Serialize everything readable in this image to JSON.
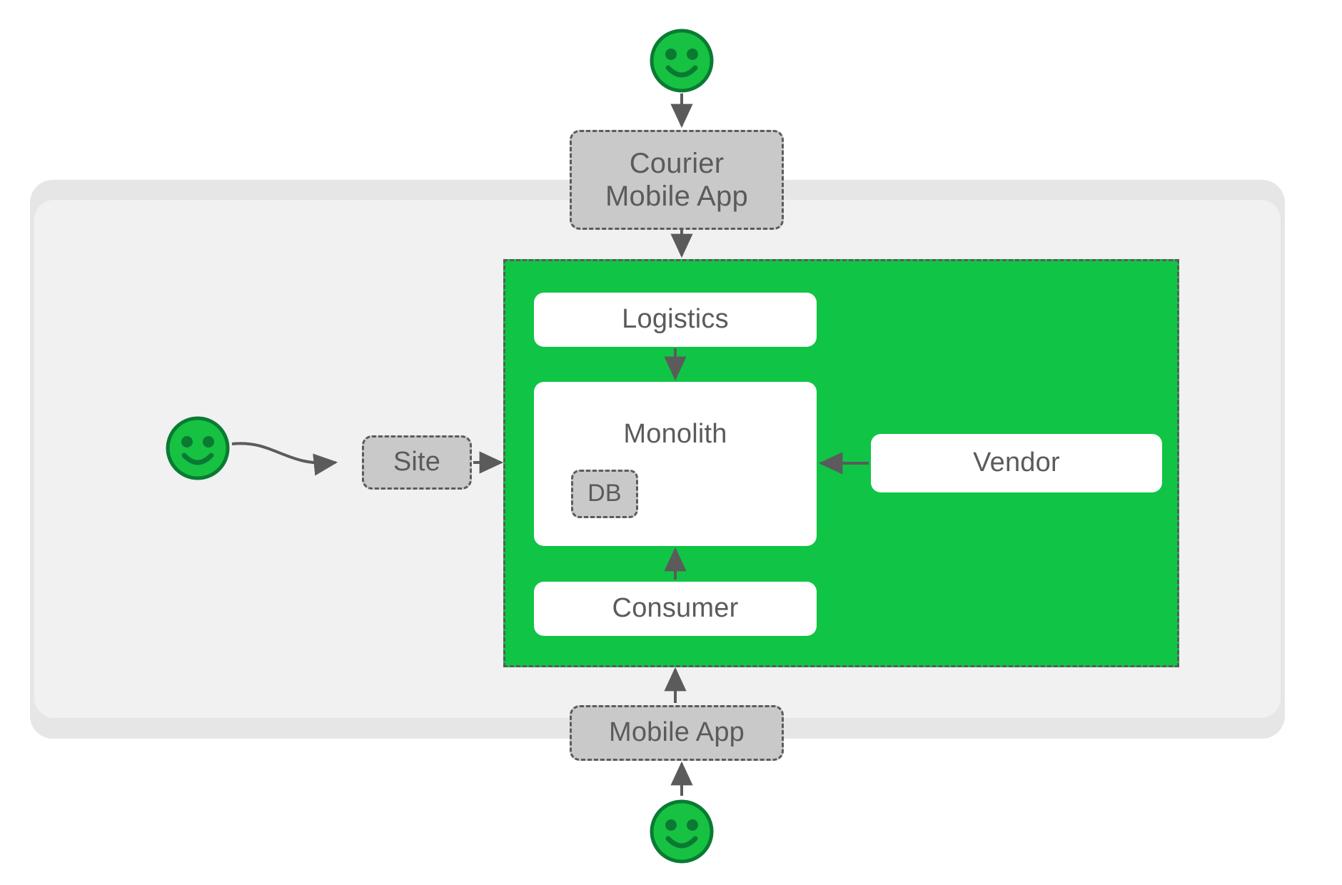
{
  "diagram": {
    "title": "Monolith delivery platform architecture",
    "colors": {
      "system_green": "#10c445",
      "actor_fill": "#17c242",
      "actor_stroke": "#0a7a33",
      "external_box_fill": "#c9c9c9",
      "internal_box_fill": "#ffffff",
      "panel_outer": "#e6e6e6",
      "panel_inner": "#f1f1f1",
      "text": "#5b5b5b",
      "connector": "#5b5b5b",
      "dash_border": "#5b5b5b"
    },
    "actors": [
      {
        "id": "courier",
        "label": "courier-actor",
        "icon": "smiley-face-icon",
        "position": "top"
      },
      {
        "id": "customer",
        "label": "customer-actor",
        "icon": "smiley-face-icon",
        "position": "left"
      },
      {
        "id": "consumer",
        "label": "consumer-actor",
        "icon": "smiley-face-icon",
        "position": "bottom"
      }
    ],
    "nodes": {
      "courier_app": {
        "label": "Courier\nMobile App",
        "style": "dashed-gray",
        "scope": "external"
      },
      "logistics": {
        "label": "Logistics",
        "style": "solid-white",
        "scope": "internal"
      },
      "monolith": {
        "label": "Monolith",
        "style": "solid-white",
        "scope": "internal"
      },
      "db": {
        "label": "DB",
        "style": "dashed-gray",
        "scope": "internal"
      },
      "consumer": {
        "label": "Consumer",
        "style": "solid-white",
        "scope": "internal"
      },
      "vendor": {
        "label": "Vendor",
        "style": "solid-white",
        "scope": "internal"
      },
      "site": {
        "label": "Site",
        "style": "dashed-gray",
        "scope": "external"
      },
      "mobile_app": {
        "label": "Mobile App",
        "style": "dashed-gray",
        "scope": "external"
      }
    },
    "edges": [
      {
        "from": "courier",
        "to": "courier_app",
        "direction": "down",
        "shape": "straight"
      },
      {
        "from": "courier_app",
        "to": "logistics",
        "direction": "down",
        "shape": "straight"
      },
      {
        "from": "logistics",
        "to": "monolith",
        "direction": "down",
        "shape": "straight"
      },
      {
        "from": "customer",
        "to": "site",
        "direction": "right",
        "shape": "curved"
      },
      {
        "from": "site",
        "to": "monolith",
        "direction": "right",
        "shape": "straight"
      },
      {
        "from": "vendor",
        "to": "monolith",
        "direction": "left",
        "shape": "straight"
      },
      {
        "from": "consumer_box",
        "to": "monolith",
        "direction": "up",
        "shape": "straight"
      },
      {
        "from": "mobile_app",
        "to": "consumer_box",
        "direction": "up",
        "shape": "straight"
      },
      {
        "from": "consumer",
        "to": "mobile_app",
        "direction": "up",
        "shape": "straight"
      }
    ]
  }
}
